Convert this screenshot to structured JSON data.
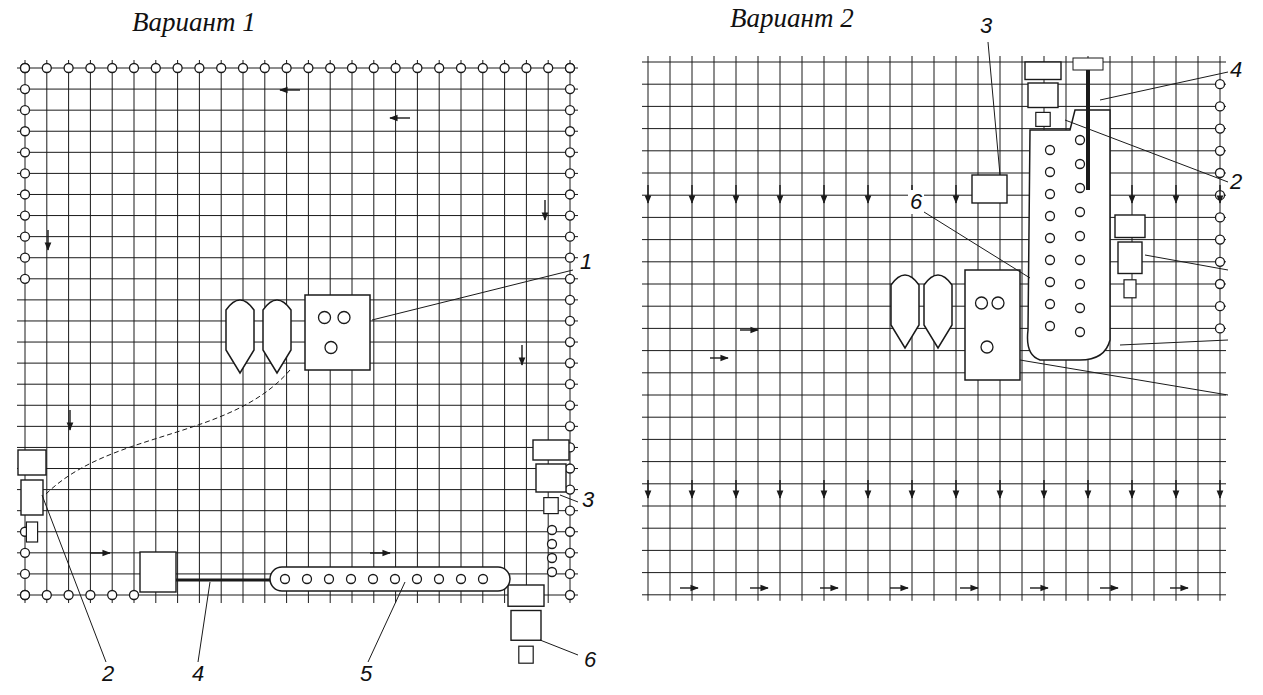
{
  "diagram": {
    "labels": [
      "Вариант 1",
      "1",
      "2",
      "3",
      "4",
      "5",
      "6",
      "Вариант 2",
      "3",
      "4",
      "2",
      "6"
    ]
  }
}
